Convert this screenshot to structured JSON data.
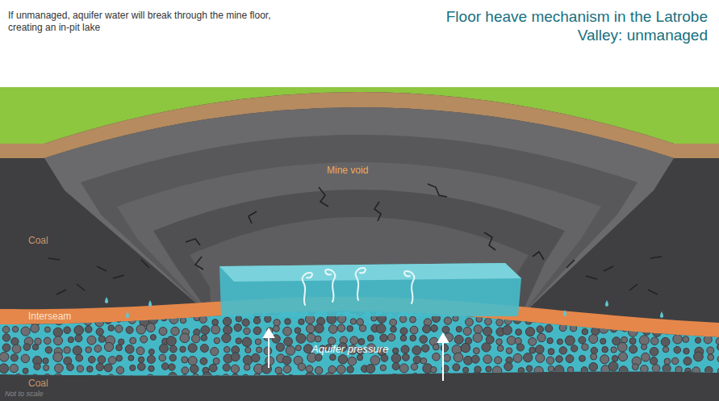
{
  "diagram": {
    "title": "Floor heave mechanism in the Latrobe Valley: unmanaged",
    "labels": [
      "If unmanaged, aquifer water will break through the mine floor, creating an in-pit lake",
      "Mine void",
      "Coal",
      "Interseam",
      "Aquifer pressure",
      "Coal",
      "Not to scale"
    ]
  }
}
